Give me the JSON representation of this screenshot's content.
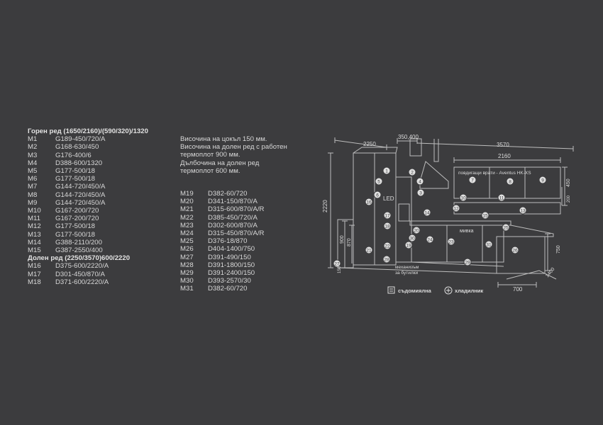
{
  "upper_row_title": "Горен ред (1650/2160)/(590/320)/1320",
  "upper_items": [
    {
      "code": "M1",
      "value": "G189-450/720/A"
    },
    {
      "code": "M2",
      "value": "G168-630/450"
    },
    {
      "code": "M3",
      "value": "G176-400/6"
    },
    {
      "code": "M4",
      "value": "D388-600/1320"
    },
    {
      "code": "M5",
      "value": "G177-500/18"
    },
    {
      "code": "M6",
      "value": "G177-500/18"
    },
    {
      "code": "M7",
      "value": "G144-720/450/A"
    },
    {
      "code": "M8",
      "value": "G144-720/450/A"
    },
    {
      "code": "M9",
      "value": "G144-720/450/A"
    },
    {
      "code": "M10",
      "value": "G167-200/720"
    },
    {
      "code": "M11",
      "value": "G167-200/720"
    },
    {
      "code": "M12",
      "value": "G177-500/18"
    },
    {
      "code": "M13",
      "value": "G177-500/18"
    },
    {
      "code": "M14",
      "value": "G388-2110/200"
    },
    {
      "code": "M15",
      "value": "G387-2550/400"
    }
  ],
  "lower_row_title": "Долен ред (2250/3570)600/2220",
  "lower_items_left": [
    {
      "code": "M16",
      "value": "D375-600/2220/A"
    },
    {
      "code": "M17",
      "value": "D301-450/870/A"
    },
    {
      "code": "M18",
      "value": "D371-600/2220/A"
    }
  ],
  "notes": [
    "Височина на цокъл 150 мм.",
    "Височина на долен ред с работен",
    "термоплот 900 мм.",
    "Дълбочина на долен ред",
    "термоплот 600 мм."
  ],
  "lower_items_right": [
    {
      "code": "M19",
      "value": "D382-60/720"
    },
    {
      "code": "M20",
      "value": "D341-150/870/A"
    },
    {
      "code": "M21",
      "value": "D315-600/870/A/R"
    },
    {
      "code": "M22",
      "value": "D385-450/720/A"
    },
    {
      "code": "M23",
      "value": "D302-600/870/A"
    },
    {
      "code": "M24",
      "value": "D315-450/870/A/R"
    },
    {
      "code": "M25",
      "value": "D376-18/870"
    },
    {
      "code": "M26",
      "value": "D404-1400/750"
    },
    {
      "code": "M27",
      "value": "D391-490/150"
    },
    {
      "code": "M28",
      "value": "D391-1800/150"
    },
    {
      "code": "M29",
      "value": "D391-2400/150"
    },
    {
      "code": "M30",
      "value": "D393-2570/30"
    },
    {
      "code": "M31",
      "value": "D382-60/720"
    }
  ],
  "drawing": {
    "dim_2250": "2250",
    "dim_350_400": "350,400",
    "dim_3570": "3570",
    "dim_2160": "2160",
    "dim_2220": "2220",
    "dim_900": "900",
    "dim_870": "870",
    "dim_150": "150",
    "dim_450": "450",
    "dim_200": "200",
    "dim_750": "750",
    "dim_1400": "1400",
    "dim_700": "700",
    "lift_doors_label": "повдигащи врати - Aventus HK-XS",
    "led_label": "LED",
    "sink_label": "мивка",
    "mechanism_label_1": "механизъм",
    "mechanism_label_2": "за бутилки",
    "dishwasher_legend": "съдомиялна",
    "fridge_legend": "хладилник",
    "markers": [
      "1",
      "2",
      "3",
      "4",
      "5",
      "6",
      "7",
      "8",
      "9",
      "10",
      "11",
      "12",
      "13",
      "14",
      "15",
      "16",
      "17",
      "18",
      "19",
      "20",
      "21",
      "22",
      "23",
      "24",
      "25",
      "26",
      "27",
      "28",
      "29",
      "30",
      "31"
    ]
  },
  "colors": {
    "background": "#3c3c3e",
    "text": "#d8d8d8",
    "line": "#bfbfbf"
  }
}
